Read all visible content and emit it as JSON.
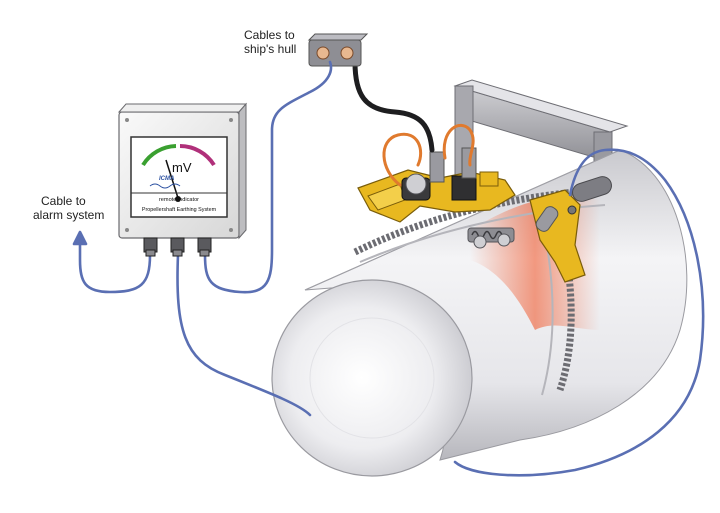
{
  "labels": {
    "hull_cable_line1": "Cables to",
    "hull_cable_line2": "ship's hull",
    "alarm_cable_line1": "Cable to",
    "alarm_cable_line2": "alarm system"
  },
  "meter": {
    "unit": "mV",
    "brand": "ICMA",
    "caption": "remote indicator",
    "system_name": "Propellershaft Earthing System"
  },
  "colors": {
    "cable_blue": "#5a6fb3",
    "cable_orange": "#e07a2e",
    "bracket_yellow": "#e8b820",
    "shaft_shade": "#d8d8dc",
    "heat_glow": "#f0643c",
    "scale_green": "#3aa030",
    "scale_magenta": "#b0307a"
  }
}
